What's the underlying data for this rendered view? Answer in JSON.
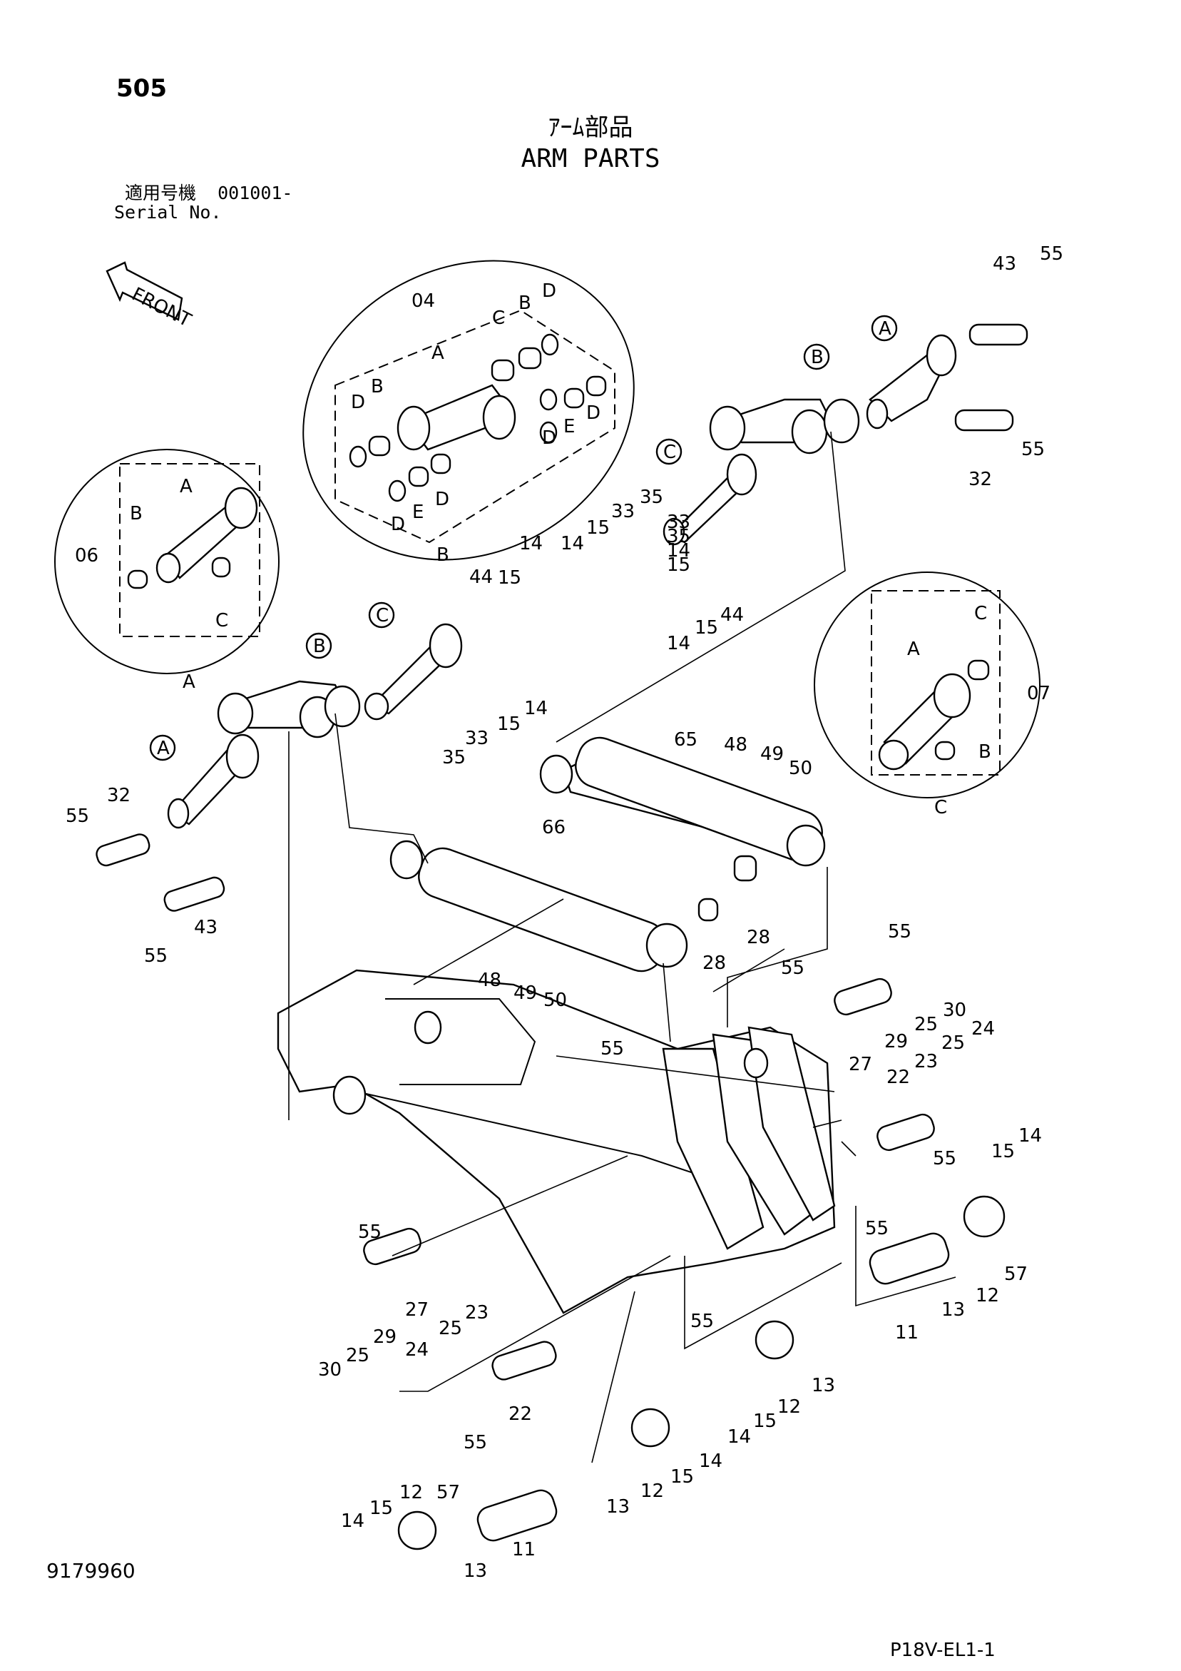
{
  "header": {
    "page_number": "505",
    "title_ja": "ｱｰﾑ部品",
    "title_en": "ARM PARTS",
    "serial_label_ja": "適用号機",
    "serial_value": "001001-",
    "serial_label_en": "Serial No."
  },
  "footer": {
    "doc_number": "9179960",
    "page_code": "P18V-EL1-1"
  },
  "front_label": "FRONT",
  "detail_views": {
    "A": {
      "assembly": "06",
      "caption": "A",
      "parts": [
        "A",
        "B",
        "C"
      ]
    },
    "B": {
      "assembly": "04",
      "caption": "B",
      "parts": [
        "A",
        "B",
        "C",
        "D",
        "E"
      ]
    },
    "C": {
      "assembly": "07",
      "caption": "C",
      "parts": [
        "A",
        "B",
        "C"
      ]
    }
  },
  "callouts": [
    "A",
    "B",
    "C"
  ],
  "part_numbers": [
    "11",
    "12",
    "13",
    "14",
    "15",
    "22",
    "23",
    "24",
    "25",
    "27",
    "28",
    "29",
    "30",
    "32",
    "33",
    "35",
    "43",
    "44",
    "48",
    "49",
    "50",
    "55",
    "57",
    "65",
    "66"
  ],
  "labels": {
    "l55a": "55",
    "l43a": "43",
    "l32a": "32",
    "l55b": "55",
    "l04": "04",
    "l06": "06",
    "l07": "07",
    "l35a": "35",
    "l33a": "33",
    "l15a": "15",
    "l14a": "14",
    "l44a": "44",
    "l15b": "15",
    "l14b": "14",
    "l14c": "14",
    "l15c": "15",
    "l33b": "33",
    "l35b": "35",
    "l14d": "14",
    "l15d": "15",
    "l44b": "44",
    "l35c": "35",
    "l33c": "33",
    "l15e": "15",
    "l14e": "14",
    "l55c": "55",
    "l32b": "32",
    "l43b": "43",
    "l55d": "55",
    "l65": "65",
    "l48a": "48",
    "l49a": "49",
    "l50a": "50",
    "l66": "66",
    "l48b": "48",
    "l49b": "49",
    "l50b": "50",
    "l28a": "28",
    "l28b": "28",
    "l55e": "55",
    "l55f": "55",
    "l25a": "25",
    "l30a": "30",
    "l29a": "29",
    "l27a": "27",
    "l23a": "23",
    "l25b": "25",
    "l24a": "24",
    "l22a": "22",
    "l55g": "55",
    "l55h": "55",
    "l55i": "55",
    "l14f": "14",
    "l15f": "15",
    "l57a": "57",
    "l12a": "12",
    "l13a": "13",
    "l11a": "11",
    "l55j": "55",
    "l27b": "27",
    "l29b": "29",
    "l25c": "25",
    "l30b": "30",
    "l23b": "23",
    "l25d": "25",
    "l24b": "24",
    "l22b": "22",
    "l55k": "55",
    "l55l": "55",
    "l12b": "12",
    "l14g": "14",
    "l15g": "15",
    "l13b": "13",
    "l12c": "12",
    "l14h": "14",
    "l15h": "15",
    "l13c": "13",
    "l14i": "14",
    "l15i": "15",
    "l12d": "12",
    "l57b": "57",
    "l13d": "13",
    "l11b": "11"
  }
}
